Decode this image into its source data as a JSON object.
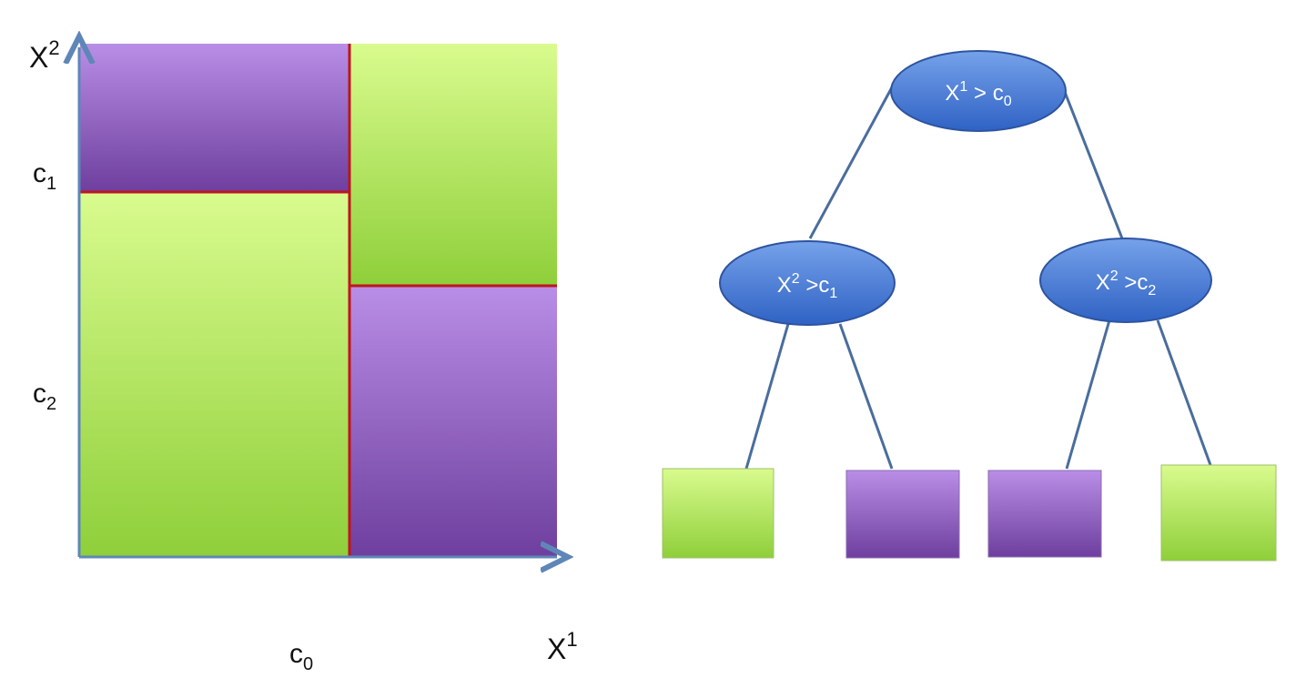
{
  "colors": {
    "purple_top": "#b98ee6",
    "purple_bottom": "#6e3f9e",
    "green_top": "#d9fb8e",
    "green_bottom": "#8fcf3a",
    "split_line": "#c0141f",
    "axis": "#5e87b8",
    "tree_edge": "#4a6d9c",
    "node_fill_top": "#6f9be6",
    "node_fill_bottom": "#2f62c4",
    "node_stroke": "#2d54a0"
  },
  "axes": {
    "y_label_base": "X",
    "y_label_sup": "2",
    "x_label_base": "X",
    "x_label_sup": "1",
    "c0_base": "c",
    "c0_sub": "0",
    "c1_base": "c",
    "c1_sub": "1",
    "c2_base": "c",
    "c2_sub": "2"
  },
  "regions": [
    {
      "name": "region-top-left",
      "class": "purple"
    },
    {
      "name": "region-bottom-left",
      "class": "green"
    },
    {
      "name": "region-top-right",
      "class": "green"
    },
    {
      "name": "region-bottom-right",
      "class": "purple"
    }
  ],
  "tree": {
    "root": {
      "base": "X",
      "sup": "1",
      "op": " > ",
      "cbase": "c",
      "csub": "0"
    },
    "left": {
      "base": "X",
      "sup": "2",
      "op": " >",
      "cbase": "c",
      "csub": "1"
    },
    "right": {
      "base": "X",
      "sup": "2",
      "op": " >",
      "cbase": "c",
      "csub": "2"
    },
    "leaves": [
      "green",
      "purple",
      "purple",
      "green"
    ]
  }
}
